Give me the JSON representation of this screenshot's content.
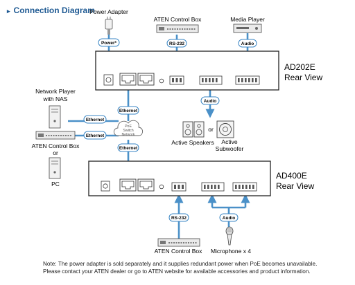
{
  "header": {
    "title": "Connection Diagram"
  },
  "devices": {
    "power_adapter": "Power Adapter",
    "aten_control_box_top": "ATEN Control Box",
    "media_player": "Media Player",
    "ad202e_model": "AD202E",
    "ad202e_view": "Rear View",
    "network_player": "Network Player",
    "network_player_sub": "with NAS",
    "aten_control_box_left": "ATEN Control Box",
    "or_left": "or",
    "pc": "PC",
    "poe_line1": "PoE",
    "poe_line2": "Switch",
    "poe_line3": "Network",
    "active_speakers": "Active Speakers",
    "or_speakers": "or",
    "active_sub_line1": "Active",
    "active_sub_line2": "Subwoofer",
    "ad400e_model": "AD400E",
    "ad400e_view": "Rear View",
    "aten_control_box_bottom": "ATEN Control Box",
    "microphone": "Microphone x 4"
  },
  "cables": {
    "power": "Power*",
    "rs232_top": "RS-232",
    "audio_top": "Audio",
    "ethernet_1": "Ethernet",
    "audio_mid": "Audio",
    "ethernet_2": "Ethernet",
    "ethernet_3": "Ethernet",
    "ethernet_4": "Ethernet",
    "rs232_bottom": "RS-232",
    "audio_bottom": "Audio"
  },
  "note": {
    "line1": "Note: The power adapter is sold separately and it supplies redundant power when PoE becomes unavailable.",
    "line2": "Please contact your ATEN dealer or go to ATEN website for available accessories and product information."
  },
  "colors": {
    "cable": "#4a90c8",
    "label_border": "#3a86c4",
    "title": "#1f5a93"
  }
}
